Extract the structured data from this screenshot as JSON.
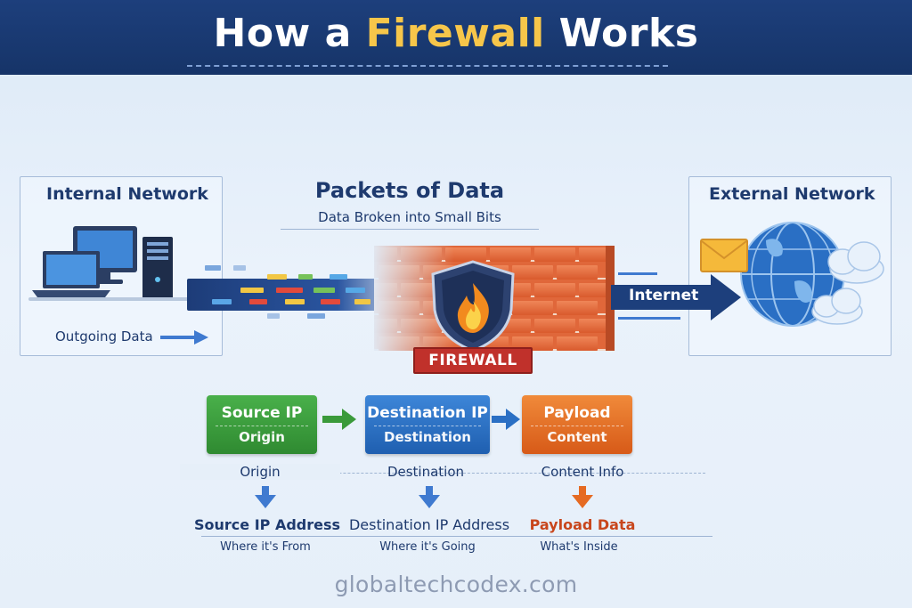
{
  "header": {
    "title_part1": "How a ",
    "title_accent": "Firewall",
    "title_part2": " Works"
  },
  "internal": {
    "title": "Internal Network",
    "outgoing": "Outgoing Data"
  },
  "packets": {
    "title": "Packets of Data",
    "subtitle": "Data Broken into Small Bits"
  },
  "firewall": {
    "label": "FIREWALL"
  },
  "external": {
    "title": "External Network",
    "internet": "Internet"
  },
  "steps": [
    {
      "title": "Source IP",
      "sub": "Origin",
      "label": "Origin",
      "field": "Source IP Address",
      "field_sub": "Where it's From",
      "color": "#3a9a3a"
    },
    {
      "title": "Destination IP",
      "sub": "Destination",
      "label": "Destination",
      "field": "Destination IP Address",
      "field_sub": "Where it's Going",
      "color": "#2a6fc4"
    },
    {
      "title": "Payload",
      "sub": "Content",
      "label": "Content Info",
      "field": "Payload Data",
      "field_sub": "What's Inside",
      "color": "#e56a22"
    }
  ],
  "footer": "globaltechcodex.com",
  "colors": {
    "navy": "#1d3f7c",
    "accent_yellow": "#f7c64a",
    "brick": "#e0673a",
    "banner_red": "#c0312b",
    "green": "#3a9a3a",
    "blue": "#2a6fc4",
    "orange": "#e56a22"
  }
}
